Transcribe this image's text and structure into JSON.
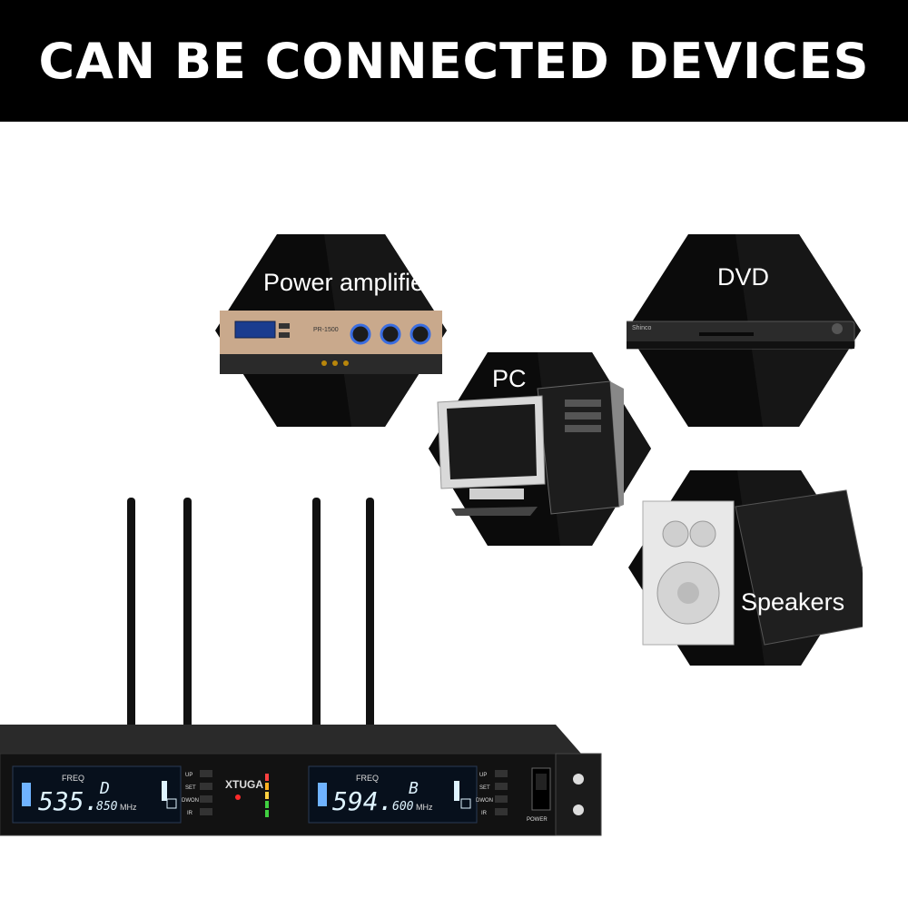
{
  "banner": {
    "title": "CAN BE CONNECTED DEVICES"
  },
  "devices": {
    "amp": {
      "label": "Power amplifier",
      "panel_text": "PR-1500"
    },
    "dvd": {
      "label": "DVD",
      "panel_text": "Shinco"
    },
    "pc": {
      "label": "PC"
    },
    "speakers": {
      "label": "Speakers"
    }
  },
  "receiver": {
    "brand": "XTUGA",
    "left_channel": {
      "freq_label": "FREQ",
      "freq_main": "535.",
      "freq_sub": "850",
      "channel": "D",
      "unit": "MHz"
    },
    "right_channel": {
      "freq_label": "FREQ",
      "freq_main": "594.",
      "freq_sub": "600",
      "channel": "B",
      "unit": "MHz"
    },
    "buttons": [
      "UP",
      "SET",
      "DWON",
      "IR"
    ],
    "power_label": "POWER"
  },
  "colors": {
    "banner": "#000000",
    "hex": "#0b0b0b",
    "lcd_bg": "#07101c",
    "lcd_text": "#dff4ff"
  }
}
